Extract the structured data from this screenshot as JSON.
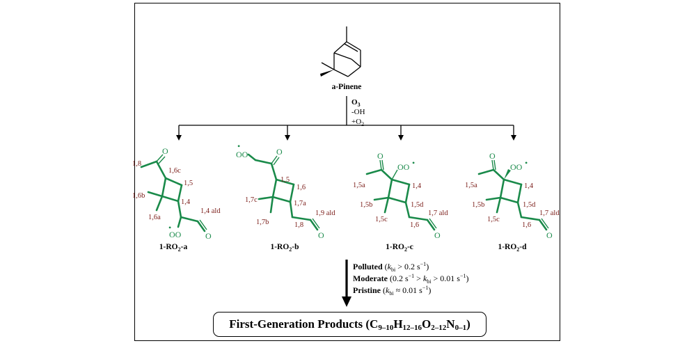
{
  "reactant": {
    "name": "a-Pinene"
  },
  "reaction": {
    "oxidant": "O",
    "oxidant_sub": "3",
    "line2": "-OH",
    "line3_prefix": "+O",
    "line3_sub": "2"
  },
  "labels": {
    "a": [
      "1,8",
      "1,6c",
      "1,5",
      "1,6b",
      "1,4",
      "1,6a",
      "1,4 ald"
    ],
    "b": [
      "1,5",
      "1,6",
      "1,7c",
      "1,7a",
      "1,7b",
      "1,8",
      "1,9 ald"
    ],
    "c": [
      "1,5a",
      "1,4",
      "1,5b",
      "1,5d",
      "1,5c",
      "1,6",
      "1,7 ald"
    ],
    "d": [
      "1,5a",
      "1,4",
      "1,5b",
      "1,5d",
      "1,5c",
      "1,6",
      "1,7 ald"
    ]
  },
  "intermediates": [
    {
      "prefix": "1-RO",
      "sub": "2",
      "suffix": "-a"
    },
    {
      "prefix": "1-RO",
      "sub": "2",
      "suffix": "-b"
    },
    {
      "prefix": "1-RO",
      "sub": "2",
      "suffix": "-c"
    },
    {
      "prefix": "1-RO",
      "sub": "2",
      "suffix": "-d"
    }
  ],
  "conditions": [
    {
      "bold": "Polluted",
      "k": "k",
      "ksub": "bi",
      "rest_before": " (",
      "rest_after": " > 0.2 s",
      "sup": "−1",
      "close": ")"
    },
    {
      "bold": "Moderate",
      "prefix": " (0.2 s",
      "sup1": "−1",
      "mid": " > ",
      "k": "k",
      "ksub": "bi",
      "rest_after": " > 0.01 s",
      "sup": "−1",
      "close": ")"
    },
    {
      "bold": "Pristine",
      "k": "k",
      "ksub": "bi",
      "rest_before": " (",
      "rest_after": " ≈ 0.01 s",
      "sup": "−1",
      "close": ")"
    }
  ],
  "atoms": {
    "oxygen": "O",
    "peroxy": "OO",
    "radical": "•"
  },
  "products": {
    "text": "First-Generation Products (C",
    "c_sub": "9–10",
    "h": "H",
    "h_sub": "12–16",
    "o": "O",
    "o_sub": "2–12",
    "n": "N",
    "n_sub": "0–1",
    "close": ")"
  }
}
